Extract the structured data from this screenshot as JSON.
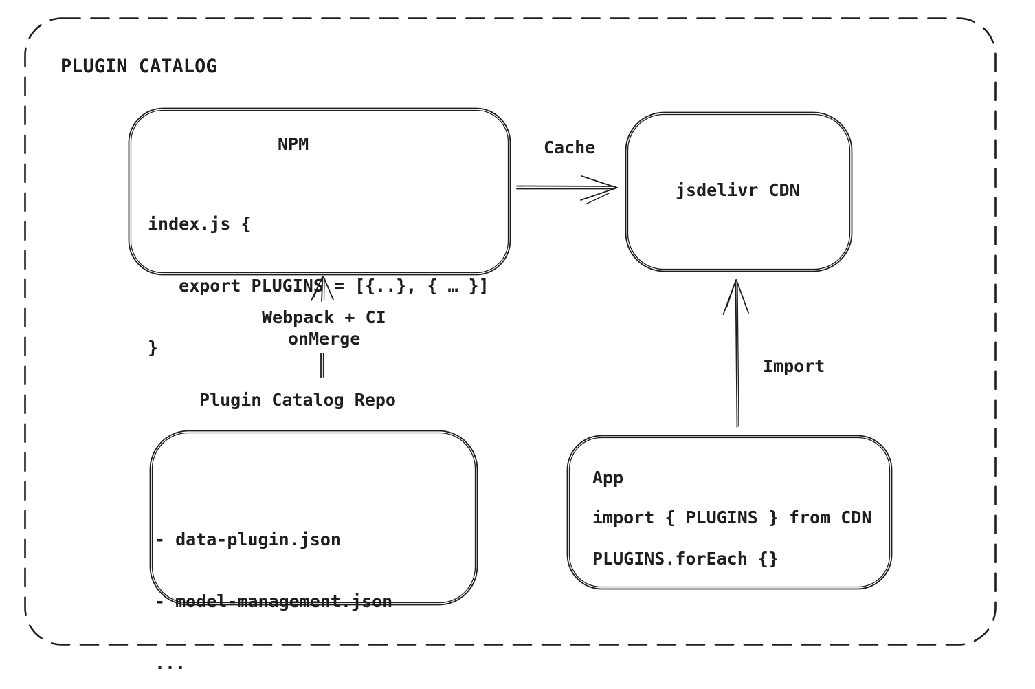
{
  "title": "PLUGIN CATALOG",
  "colors": {
    "stroke": "#1e1e1e",
    "background": "#ffffff"
  },
  "boxes": {
    "npm": {
      "title": "NPM",
      "code": [
        "index.js {",
        "   export PLUGINS = [{..}, { … }]",
        "}"
      ]
    },
    "cdn": {
      "label": "jsdelivr CDN"
    },
    "repo": {
      "label": "Plugin Catalog Repo",
      "items": [
        "- data-plugin.json",
        "- model-management.json",
        "..."
      ]
    },
    "app": {
      "title": "App",
      "code": [
        "import { PLUGINS } from CDN",
        "PLUGINS.forEach {}"
      ]
    }
  },
  "arrows": {
    "cache_label": "Cache",
    "build_label_line1": "Webpack + CI",
    "build_label_line2": "onMerge",
    "import_label": "Import"
  }
}
